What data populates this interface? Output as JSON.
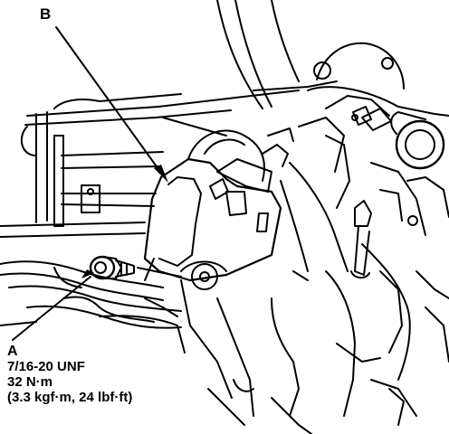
{
  "callouts": {
    "b": {
      "letter": "B"
    },
    "a": {
      "letter": "A",
      "spec_thread": "7/16-20 UNF",
      "spec_torque": "32 N·m",
      "spec_alt": "(3.3 kgf·m, 24 lbf·ft)"
    }
  },
  "colors": {
    "ink": "#000000",
    "paper": "#ffffff"
  },
  "icons": {
    "bolt": "bolt-icon",
    "latch": "latch-icon"
  }
}
